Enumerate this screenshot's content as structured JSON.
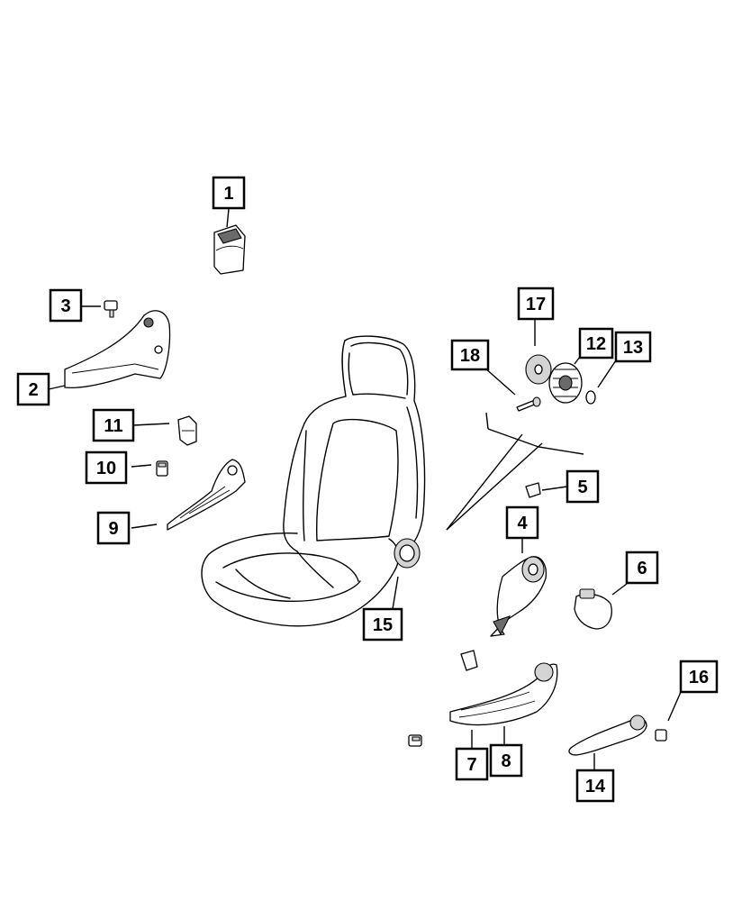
{
  "callouts": {
    "c1": "1",
    "c2": "2",
    "c3": "3",
    "c4": "4",
    "c5": "5",
    "c6": "6",
    "c7": "7",
    "c8": "8",
    "c9": "9",
    "c10": "10",
    "c11": "11",
    "c12": "12",
    "c13": "13",
    "c14": "14",
    "c15": "15",
    "c16": "16",
    "c17": "17",
    "c18": "18"
  },
  "colors": {
    "line": "#000000",
    "background": "#ffffff",
    "shade": "#d4d4d4",
    "dark": "#6a6a6a"
  }
}
